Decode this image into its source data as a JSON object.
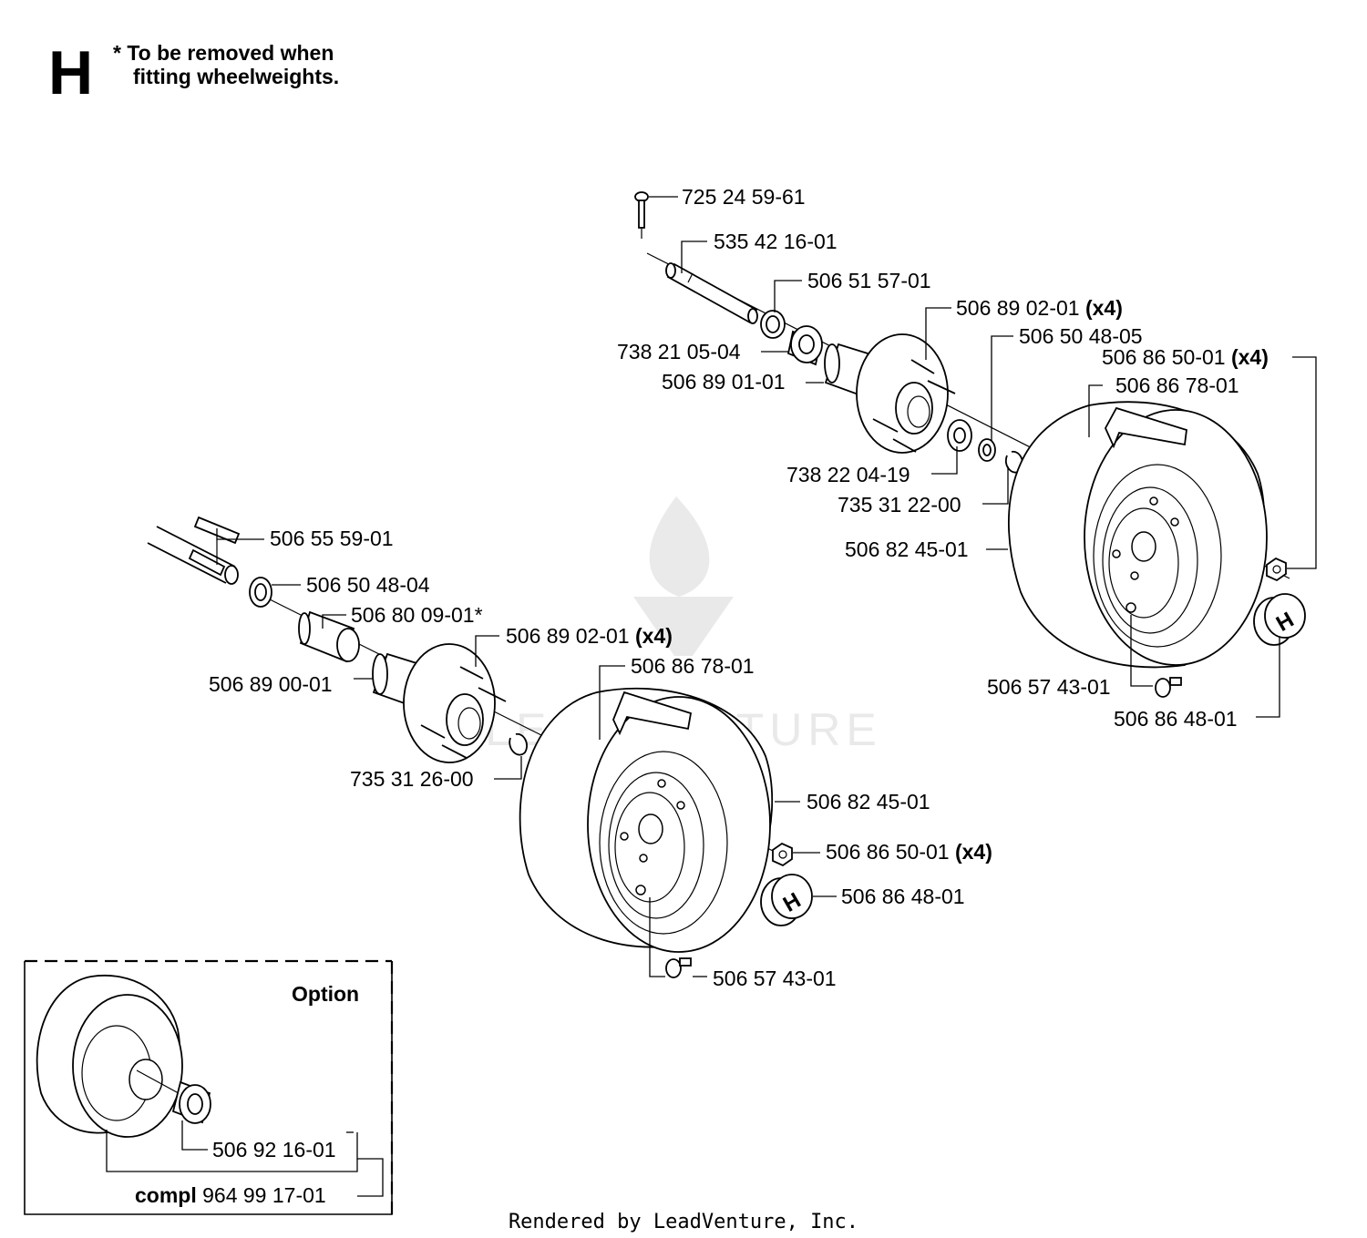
{
  "header": {
    "section_letter": "H",
    "note_line1": "* To be removed when",
    "note_line2": "fitting wheelweights."
  },
  "upper_assembly": {
    "labels": [
      {
        "id": "u1",
        "text": "725 24 59-61",
        "qty": ""
      },
      {
        "id": "u2",
        "text": "535 42 16-01",
        "qty": ""
      },
      {
        "id": "u3",
        "text": "506 51 57-01",
        "qty": ""
      },
      {
        "id": "u4",
        "text": "506 89 02-01",
        "qty": "(x4)"
      },
      {
        "id": "u5",
        "text": "506 50 48-05",
        "qty": ""
      },
      {
        "id": "u6",
        "text": "738 21 05-04",
        "qty": ""
      },
      {
        "id": "u7",
        "text": "506 86 50-01",
        "qty": "(x4)"
      },
      {
        "id": "u8",
        "text": "506 89 01-01",
        "qty": ""
      },
      {
        "id": "u9",
        "text": "506 86 78-01",
        "qty": ""
      },
      {
        "id": "u10",
        "text": "738 22 04-19",
        "qty": ""
      },
      {
        "id": "u11",
        "text": "735 31 22-00",
        "qty": ""
      },
      {
        "id": "u12",
        "text": "506 82 45-01",
        "qty": ""
      },
      {
        "id": "u13",
        "text": "506 57 43-01",
        "qty": ""
      },
      {
        "id": "u14",
        "text": "506 86 48-01",
        "qty": ""
      }
    ]
  },
  "lower_assembly": {
    "labels": [
      {
        "id": "l1",
        "text": "506 55 59-01",
        "qty": ""
      },
      {
        "id": "l2",
        "text": "506 50 48-04",
        "qty": ""
      },
      {
        "id": "l3",
        "text": "506 80 09-01*",
        "qty": ""
      },
      {
        "id": "l4",
        "text": "506 89 02-01",
        "qty": "(x4)"
      },
      {
        "id": "l5",
        "text": "506 86 78-01",
        "qty": ""
      },
      {
        "id": "l6",
        "text": "506 89 00-01",
        "qty": ""
      },
      {
        "id": "l7",
        "text": "735 31 26-00",
        "qty": ""
      },
      {
        "id": "l8",
        "text": "506 82 45-01",
        "qty": ""
      },
      {
        "id": "l9",
        "text": "506 86 50-01",
        "qty": "(x4)"
      },
      {
        "id": "l10",
        "text": "506 86 48-01",
        "qty": ""
      },
      {
        "id": "l11",
        "text": "506 57 43-01",
        "qty": ""
      }
    ]
  },
  "option_box": {
    "title": "Option",
    "part_label": "506 92 16-01",
    "compl_prefix": "compl",
    "compl_label": "964 99 17-01"
  },
  "footer": {
    "rendered_by": "Rendered by LeadVenture, Inc."
  },
  "watermark": {
    "text": "LEADVENTURE"
  }
}
